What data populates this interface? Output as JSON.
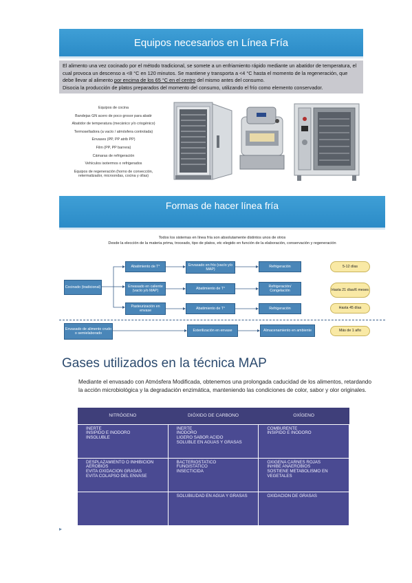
{
  "section1": {
    "title": "Equipos necesarios en Línea Fría",
    "intro_p1": "El alimento una vez cocinado por el método tradicional, se somete a un enfriamiento rápido mediante un abatidor de temperatura, el cual provoca un descenso a <8 °C en 120 minutos. Se mantiene y transporta a <4 °C hasta el momento de la regeneración, que debe llevar al alimento ",
    "intro_underline": "por encima de los 65 °C en el centro",
    "intro_p2": " del mismo antes del consumo.",
    "intro_p3": "Disocia la producción de platos preparados del momento del consumo, utilizando el frío como elemento conservador.",
    "equipment": [
      "Equipos de cocina",
      "Bandejas GN acero de poco grosor para abatir",
      "Abatidor de temperatura (mecánico y/o criogénico)",
      "Termoselladora (a vacío / atmósfera controlada)",
      "Envases (PP, PP atrib PP)",
      "Film (PP, PP barrera)",
      "Cámaras de refrigeración",
      "Vehículos isotermos o refrigerados",
      "Equipos de regeneración (horno de convección, retermalizador, microondas, cocina y ollas)"
    ]
  },
  "section2": {
    "title": "Formas de hacer línea fría",
    "line1": "Todos los sistemas en línea fría son absolutamente distintos unos de otros",
    "line2": "Desde la elección de la materia prima, troceado, tipo de platos, etc elegido en función de la elaboración, conservación y regeneración",
    "boxes": {
      "cocinado": "Cocinado (tradicional)",
      "abat1": "Abatimiento de T°",
      "envasado_frio": "Envasado en frío (vacío y/o MAP)",
      "refrig1": "Refrigeración",
      "dur1": "5-12 días",
      "envasado_caliente": "Envasado en caliente (vacío y/o MAP)",
      "abat2": "Abatimiento de T°",
      "refrig2": "Refrigeración/ Congelación",
      "dur2": "Hasta 21 días/6 meses",
      "pasteur": "Pasteurización en envase",
      "abat3": "Abatimiento de T°",
      "refrig3": "Refrigeración",
      "dur3": "Hasta 45 días",
      "envasado_crudo": "Envasado de alimento crudo o semielaborado",
      "esteril": "Esterilización en envase",
      "almacen": "Almacenamiento en ambiente",
      "dur4": "Más de 1 año"
    }
  },
  "section3": {
    "title": "Gases utilizados en la técnica MAP",
    "text": "Mediante el envasado con Atmósfera Modificada, obtenemos una prolongada caducidad de los alimentos, retardando la acción microbiológica y la degradación enzimática, manteniendo las condiciones de color, sabor y olor originales.",
    "headers": [
      "NITRÓGENO",
      "DIÓXIDO DE CARBONO",
      "OXÍGENO"
    ],
    "rows": [
      [
        "INERTE\nINSIPIDO E INODORO\nINSOLUBLE",
        "INERTE\nINODORO\nLIGERO SABOR ACIDO\nSOLUBLE EN AGUAS Y GRASAS",
        "COMBURENTE\nINSIPIDO E INODORO"
      ],
      [
        "DESPLAZAMIENTO O INHIBICION AEROBIOS\nEVITA OXIDACION GRASAS\nEVITA COLAPSO DEL ENVASE",
        "BACTERIOSTATICO\nFUNGISTATICO\nINSECTICIDA",
        "OXIGENA CARNES ROJAS\nINHIBE ANAEROBIOS\nSOSTIENE METABOLISMO EN VEGETALES"
      ],
      [
        "",
        "SOLUBILIDAD EN AGUA Y GRASAS",
        "OXIDACION DE GRASAS"
      ]
    ]
  }
}
